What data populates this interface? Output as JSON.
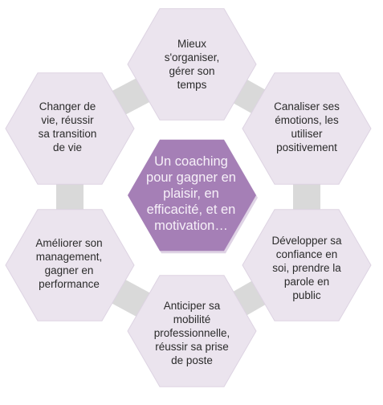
{
  "diagram": {
    "center": {
      "label": "Un coaching pour gagner en plaisir, en efficacité, et en motivation…",
      "lines": [
        "Un coaching",
        "pour gagner en",
        "plaisir, en",
        "efficacité, et en",
        "motivation…"
      ]
    },
    "items": [
      {
        "label": "Mieux s'organiser, gérer son temps",
        "lines": [
          "Mieux",
          "s'organiser,",
          "gérer son",
          "temps"
        ]
      },
      {
        "label": "Canaliser ses émotions, les utiliser positivement",
        "lines": [
          "Canaliser ses",
          "émotions, les",
          "utiliser",
          "positivement"
        ]
      },
      {
        "label": "Développer sa confiance en soi, prendre la parole en public",
        "lines": [
          "Développer sa",
          "confiance en",
          "soi, prendre la",
          "parole en",
          "public"
        ]
      },
      {
        "label": "Anticiper sa mobilité professionnelle, réussir sa prise de poste",
        "lines": [
          "Anticiper sa",
          "mobilité",
          "professionnelle,",
          "réussir sa prise",
          "de poste"
        ]
      },
      {
        "label": "Améliorer son management, gagner en performance",
        "lines": [
          "Améliorer son",
          "management,",
          "gagner en",
          "performance"
        ]
      },
      {
        "label": "Changer de vie, réussir sa transition de vie",
        "lines": [
          "Changer de",
          "vie, réussir",
          "sa transition",
          "de vie"
        ]
      }
    ],
    "colors": {
      "outer_hex": "#ebe4ee",
      "outer_hex_edge": "#ddd3e2",
      "center_hex": "#a57fb6",
      "connector": "#d9d9d9",
      "text": "#2b2b2b",
      "center_text": "#f6f0f8"
    }
  }
}
